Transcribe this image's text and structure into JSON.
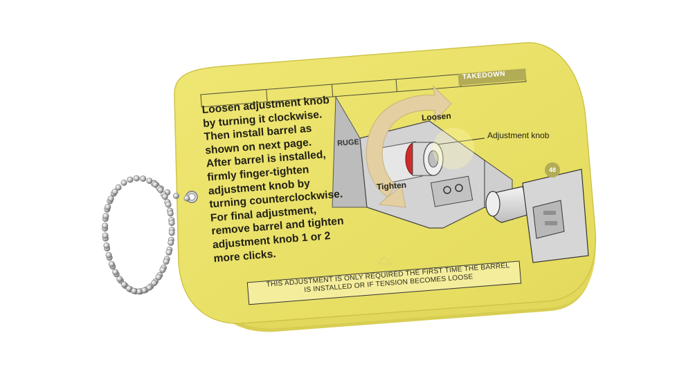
{
  "card": {
    "tab_label": "TAKEDOWN",
    "page_number": "48",
    "instruction_lines": [
      "Loosen adjustment knob",
      "by turning it clockwise.",
      "Then install barrel as",
      "shown on next page.",
      "After barrel is installed,",
      "firmly finger-tighten",
      "adjustment knob by",
      "turning counterclockwise.",
      "For final adjustment,",
      "remove barrel and tighten",
      "adjustment knob 1 or 2",
      "more clicks."
    ],
    "callout_line1": "THIS ADJUSTMENT IS ONLY REQUIRED THE FIRST TIME THE BARREL",
    "callout_line2": "IS INSTALLED OR IF TENSION BECOMES LOOSE"
  },
  "diagram": {
    "label_loosen": "Loosen",
    "label_tighten": "Tighten",
    "label_knob": "Adjustment knob",
    "logo_fragment": "RUGE"
  },
  "colors": {
    "card_yellow": "#ece46a",
    "card_edge": "#cfc44a",
    "tab_green": "#b2ac55",
    "arrow_tan": "#e3cfa1",
    "knob_red": "#d02b2b",
    "chain_silver": "#c3c3c3"
  }
}
